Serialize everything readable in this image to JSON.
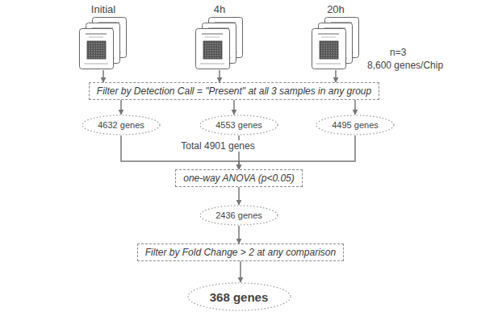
{
  "diagram": {
    "nodes": [
      {
        "text": [
          "Initial"
        ]
      },
      {
        "text": [
          "4h"
        ]
      },
      {
        "text": [
          "20h"
        ]
      },
      {
        "text": [
          "Filter by Detection Call = \"Present\" at all 3 samples in any group"
        ]
      },
      {
        "text": [
          "4632 genes"
        ]
      },
      {
        "text": [
          "4553 genes"
        ]
      },
      {
        "text": [
          "4495 genes"
        ]
      },
      {
        "text": [
          "one-way ANOVA (p<0.05)"
        ]
      },
      {
        "text": [
          "2436 genes"
        ]
      },
      {
        "text": [
          "Filter by Fold Change > 2 at any comparison"
        ]
      },
      {
        "text": [
          "368 genes"
        ]
      }
    ],
    "edges": [
      {
        "from": 0,
        "to": 3,
        "arrow": "to"
      },
      {
        "from": 1,
        "to": 3,
        "arrow": "to"
      },
      {
        "from": 2,
        "to": 3,
        "arrow": "to"
      },
      {
        "from": 3,
        "to": 4,
        "arrow": "to"
      },
      {
        "from": 3,
        "to": 5,
        "arrow": "to"
      },
      {
        "from": 3,
        "to": 6,
        "arrow": "to"
      },
      {
        "from": 4,
        "to": 7,
        "arrow": "to"
      },
      {
        "from": 5,
        "to": 7,
        "arrow": "to"
      },
      {
        "from": 6,
        "to": 7,
        "arrow": "to"
      },
      {
        "from": 7,
        "to": 8,
        "arrow": "to"
      },
      {
        "from": 8,
        "to": 9,
        "arrow": "to"
      },
      {
        "from": 9,
        "to": 10,
        "arrow": "to"
      }
    ],
    "labels": [
      "n=3",
      "8,600 genes/Chip",
      "Total 4901 genes"
    ]
  }
}
